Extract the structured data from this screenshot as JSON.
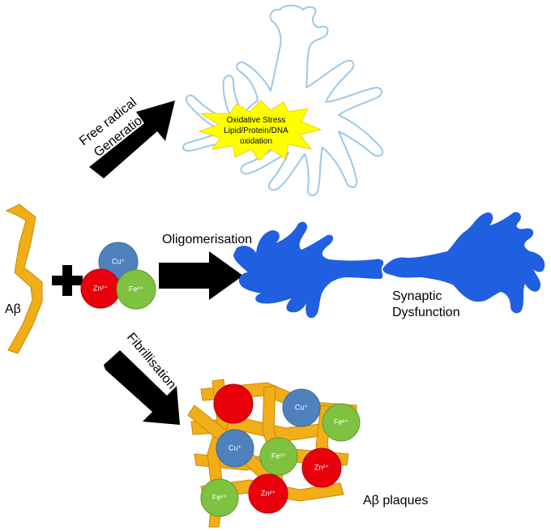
{
  "labels": {
    "free_radical_line1": "Free radical",
    "free_radical_line2": "Generation",
    "oxidative_line1": "Oxidative Stress",
    "oxidative_line2": "Lipid/Protein/DNA",
    "oxidative_line3": "oxidation",
    "oligomerisation": "Oligomerisation",
    "synaptic_line1": "Synaptic",
    "synaptic_line2": "Dysfunction",
    "abeta": "Aβ",
    "fibrillisation": "Fibrillisation",
    "abeta_plaques": "Aβ plaques"
  },
  "ions": {
    "cu": "Cu⁺",
    "zn": "Zn²⁺",
    "fe": "Fe²⁺"
  },
  "colors": {
    "cu": "#4f81bd",
    "zn": "#e8000b",
    "fe": "#7fc241",
    "fibril": "#f2ae18",
    "neuron_blue": "#1f5fe0",
    "neuron_outline": "#9cc8e8",
    "star": "#ffff00",
    "arrow": "#000000"
  }
}
